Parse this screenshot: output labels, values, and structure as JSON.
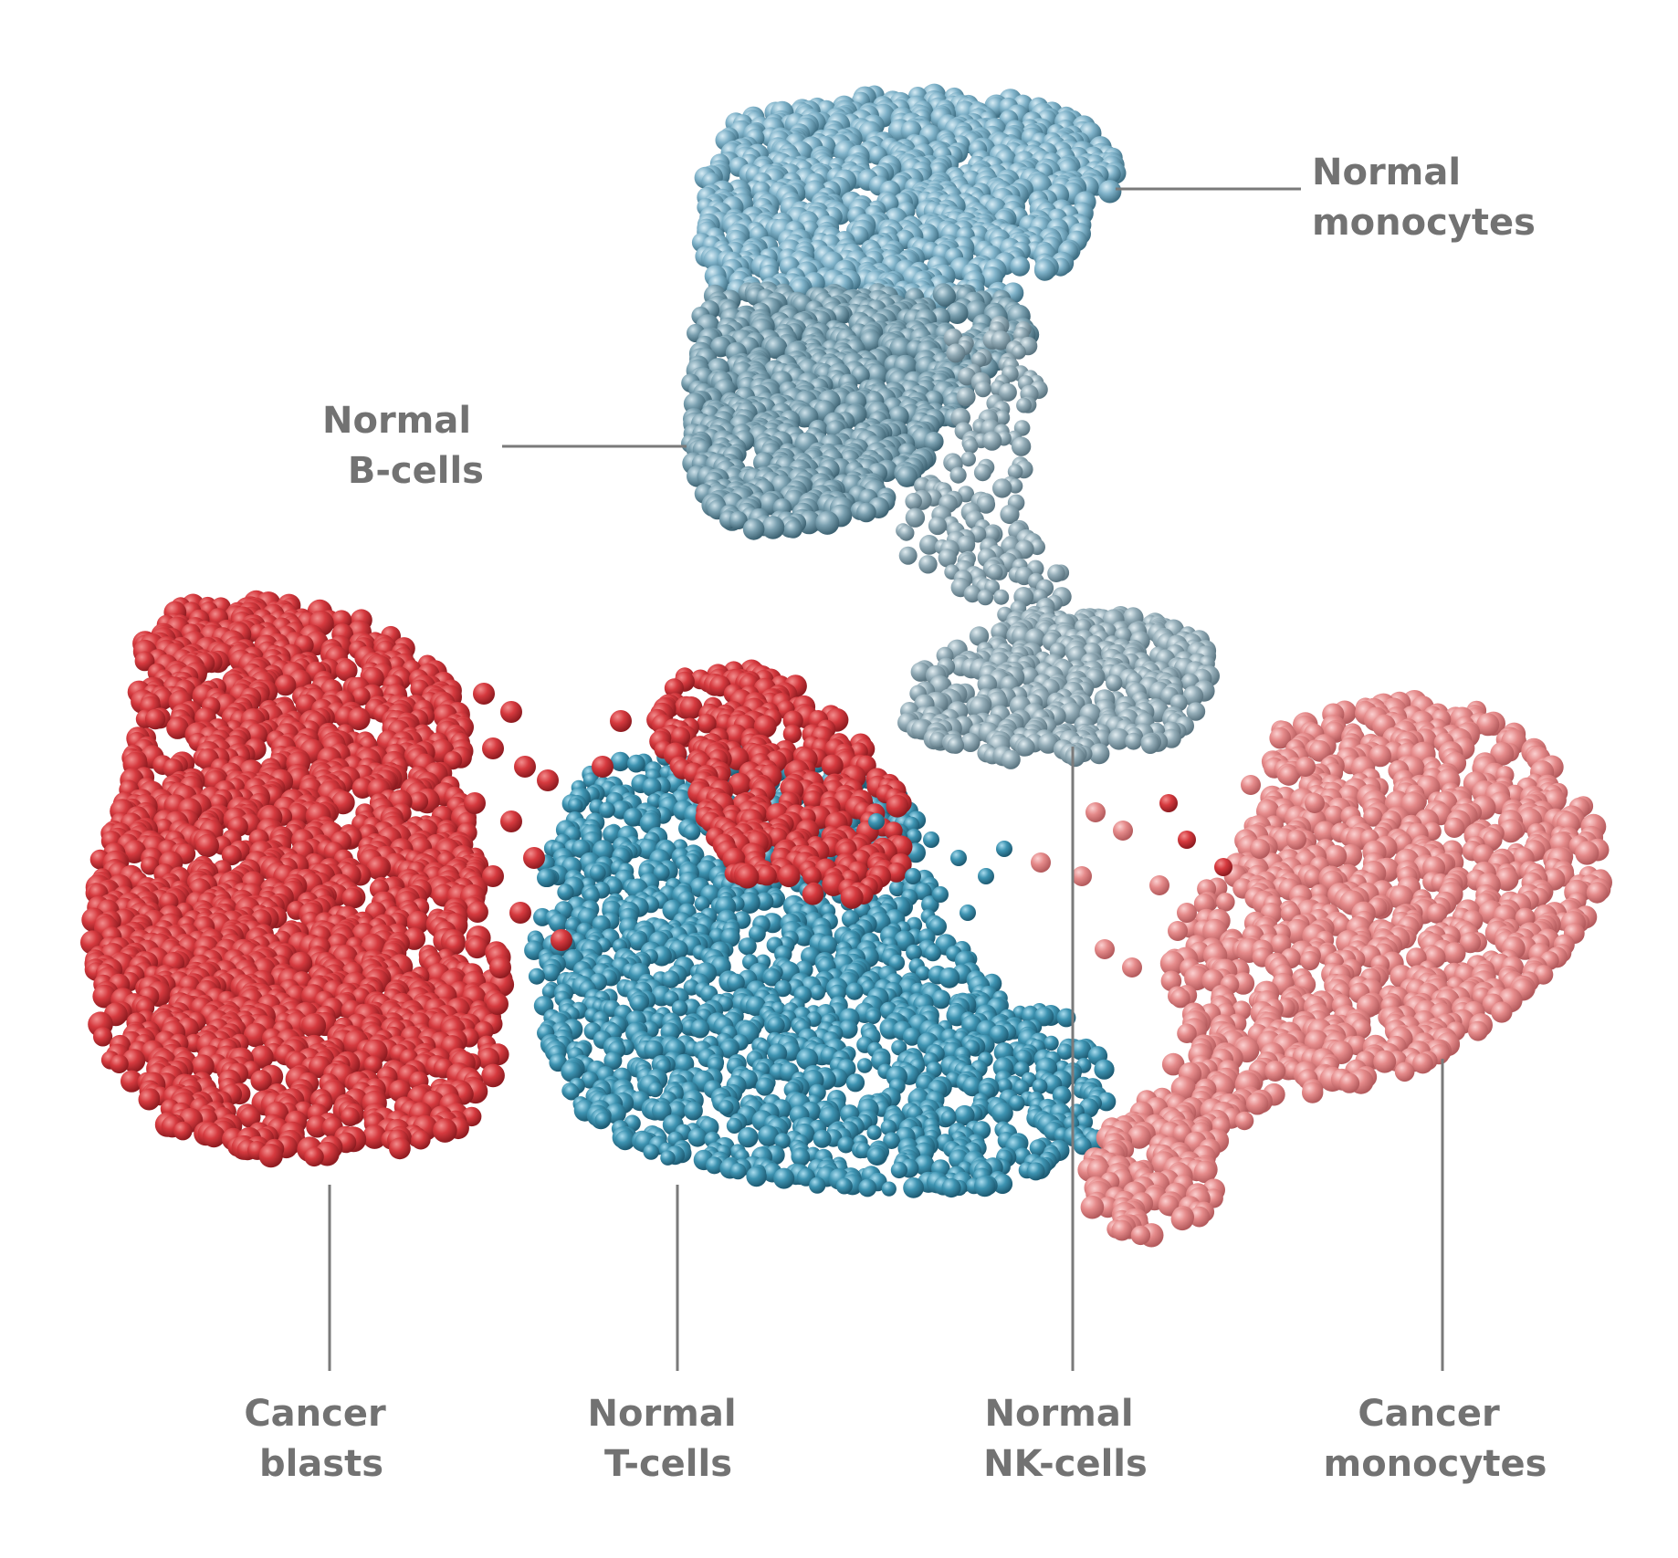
{
  "labels": {
    "normal_monocytes": {
      "line1": "Normal",
      "line2": "monocytes"
    },
    "normal_b_cells": {
      "line1": "Normal",
      "line2": "B-cells"
    },
    "cancer_blasts": {
      "line1": "Cancer",
      "line2": "blasts"
    },
    "normal_t_cells": {
      "line1": "Normal",
      "line2": "T-cells"
    },
    "normal_nk_cells": {
      "line1": "Normal",
      "line2": "NK-cells"
    },
    "cancer_monocytes": {
      "line1": "Cancer",
      "line2": "monocytes"
    }
  },
  "clusters": {
    "normal_monocytes": {
      "color": "#7fb2c9",
      "type": "normal"
    },
    "normal_b_cells": {
      "color": "#7aa0b0",
      "type": "normal"
    },
    "cancer_blasts": {
      "color": "#d63a3f",
      "type": "cancer"
    },
    "normal_t_cells": {
      "color": "#3e94b2",
      "type": "normal"
    },
    "normal_nk_cells": {
      "color": "#94adb8",
      "type": "normal"
    },
    "cancer_monocytes": {
      "color": "#e58a8a",
      "type": "cancer"
    }
  },
  "colors": {
    "label_text": "#727272",
    "leader_line": "#7a7a7a",
    "background": "#ffffff"
  }
}
